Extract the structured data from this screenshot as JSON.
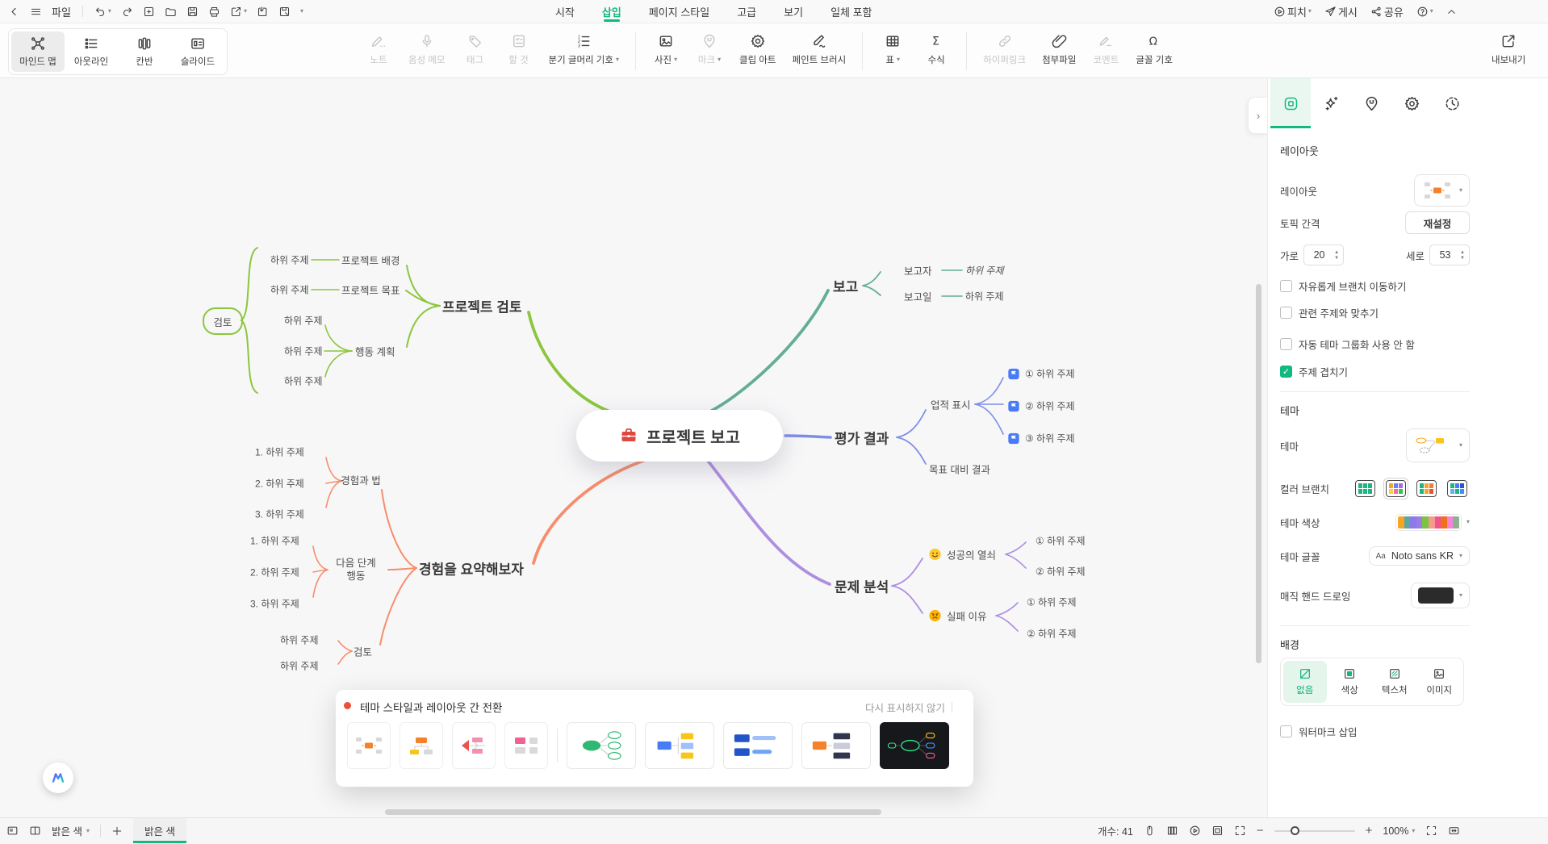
{
  "colors": {
    "accent_green": "#10b981",
    "branch_green": "#8CC63E",
    "branch_teal": "#63AE94",
    "branch_orange": "#F78D6C",
    "branch_blue": "#7F8EE6",
    "branch_purple": "#AE8EE0",
    "central_icon_red": "#E0483E"
  },
  "topbar": {
    "file": "파일",
    "menus": [
      "시작",
      "삽입",
      "페이지 스타일",
      "고급",
      "보기",
      "일체 포함"
    ],
    "active_menu": "삽입",
    "pitch": "피치",
    "publish": "게시",
    "share": "공유"
  },
  "toolbar": {
    "modes": [
      "마인드 맵",
      "아웃라인",
      "칸반",
      "슬라이드"
    ],
    "active_mode": "마인드 맵",
    "note": "노트",
    "voice_memo": "음성 메모",
    "tag": "태그",
    "todo": "할 것",
    "branch_bullet": "분기 글머리 기호",
    "photo": "사진",
    "mark": "마크",
    "clipart": "클립 아트",
    "paint_brush": "페인트 브러시",
    "table": "표",
    "formula": "수식",
    "hyperlink": "하이퍼링크",
    "attachment": "첨부파일",
    "comment": "코멘트",
    "font_symbol": "글꼴 기호",
    "export": "내보내기"
  },
  "mindmap": {
    "central": "프로젝트 보고",
    "subtopic": "하위 주제",
    "numbered": [
      "1. 하위 주제",
      "2. 하위 주제",
      "3. 하위 주제"
    ],
    "circled": [
      "① 하위 주제",
      "② 하위 주제",
      "③ 하위 주제"
    ],
    "review": {
      "label": "프로젝트 검토",
      "background": "프로젝트 배경",
      "goal": "프로젝트 목표",
      "action_plan": "행동 계획",
      "summary": "검토"
    },
    "experience": {
      "label": "경험을 요약해보자",
      "method": "경험과 법",
      "next_steps": "다음 단계 행동",
      "review": "검토"
    },
    "report": {
      "label": "보고",
      "reporter": "보고자",
      "report_date": "보고일"
    },
    "evaluation": {
      "label": "평가 결과",
      "achievement": "업적 표시",
      "goal_result": "목표 대비 결과"
    },
    "problem": {
      "label": "문제 분석",
      "success_key": "성공의 열쇠",
      "failure_reason": "실패 이유"
    }
  },
  "popup": {
    "title": "테마 스타일과 레이아웃 간 전환",
    "dismiss": "다시 표시하지 않기"
  },
  "panel": {
    "layout_section": "레이아웃",
    "layout_label": "레이아웃",
    "topic_spacing": "토픽 간격",
    "reset": "재설정",
    "horizontal_label": "가로",
    "horizontal_value": "20",
    "vertical_label": "세로",
    "vertical_value": "53",
    "checkboxes": [
      {
        "label": "자유롭게 브랜치 이동하기",
        "checked": false
      },
      {
        "label": "관련 주제와 맞추기",
        "checked": false
      },
      {
        "label": "자동 테마 그룹화 사용 안 함",
        "checked": false
      },
      {
        "label": "주제 겹치기",
        "checked": true
      }
    ],
    "theme_section": "테마",
    "theme_label": "테마",
    "color_branch_label": "컬러 브랜치",
    "branch_palettes": [
      [
        "#1DB584",
        "#1DB584",
        "#1DB584",
        "#1DB584",
        "#1DB584",
        "#1DB584"
      ],
      [
        "#F6A526",
        "#6B7FF2",
        "#A06DF0",
        "#F8CF3C",
        "#F06AA8",
        "#35C24E"
      ],
      [
        "#1DB584",
        "#F6A526",
        "#F07B3C",
        "#1DB584",
        "#F6A526",
        "#E8542F"
      ],
      [
        "#1DB584",
        "#4A7DF2",
        "#2355D9",
        "#62B1F6",
        "#1DB584",
        "#3F8EF7"
      ]
    ],
    "theme_color_label": "테마 색상",
    "theme_colors": [
      "#F5A623",
      "#5BA8A0",
      "#8A7BE8",
      "#9D7BE8",
      "#7CC243",
      "#F59B8B",
      "#F2548F",
      "#F07020",
      "#F584D8",
      "#8FAE94"
    ],
    "theme_font_label": "테마 글꼴",
    "font_badge": "Aa",
    "theme_font": "Noto sans KR",
    "magic_hand_label": "매직 핸드 드로잉",
    "magic_hand_color": "#2B2B2B",
    "background_section": "배경",
    "bg_options": [
      "없음",
      "색상",
      "텍스처",
      "이미지"
    ],
    "bg_selected": "없음",
    "watermark_label": "워터마크 삽입"
  },
  "statusbar": {
    "style_dropdown": "밝은 색",
    "page_tab": "밝은 색",
    "count_label": "개수: 41",
    "zoom_level": "100%"
  }
}
